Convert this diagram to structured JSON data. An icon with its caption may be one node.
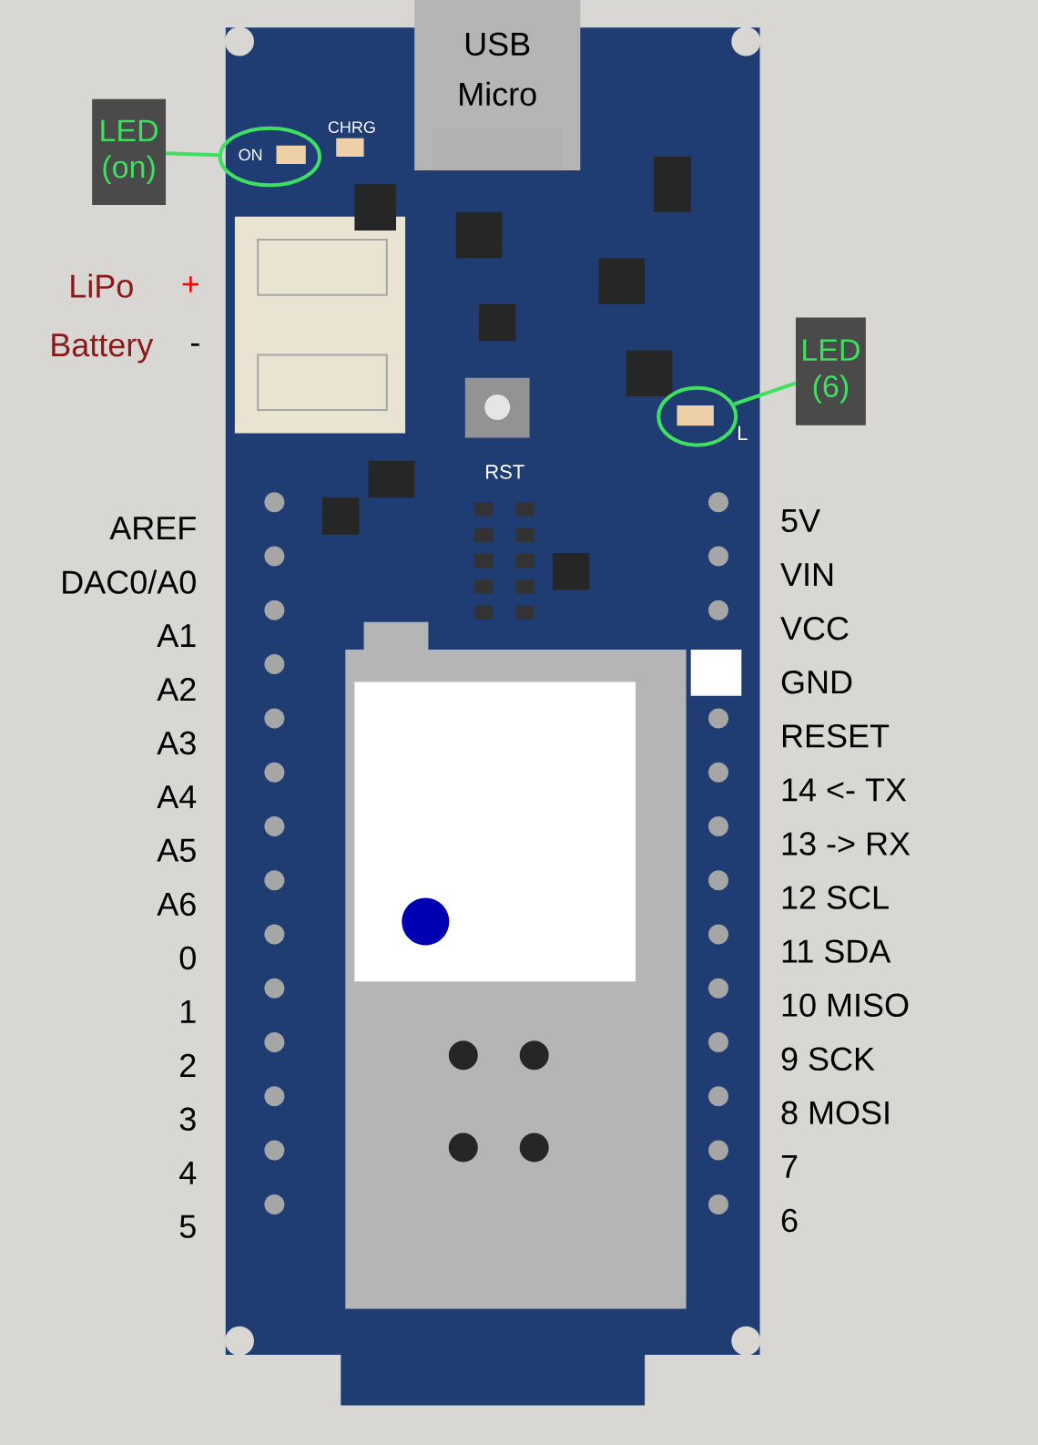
{
  "diagram": {
    "nodes": [
      {
        "text": [
          "LED (on)"
        ]
      },
      {
        "text": [],
        "shape": "circle"
      },
      {
        "text": [
          "LED (6)"
        ]
      },
      {
        "text": [],
        "shape": "circle"
      }
    ],
    "edges": [
      {
        "from": 0,
        "to": 1,
        "arrow": "none"
      },
      {
        "from": 2,
        "to": 3,
        "arrow": "none"
      }
    ],
    "labels": [
      "USB Micro",
      "ON",
      "CHRG",
      "LiPo",
      "+",
      "Battery",
      "-",
      "L",
      "RST",
      "AREF",
      "DAC0/A0",
      "A1",
      "A2",
      "A3",
      "A4",
      "A5",
      "A6",
      "0",
      "1",
      "2",
      "3",
      "4",
      "5",
      "5V",
      "VIN",
      "VCC",
      "GND",
      "RESET",
      "14 <- TX",
      "13 -> RX",
      "12 SCL",
      "11 SDA",
      "10 MISO",
      "9 SCK",
      "8 MOSI",
      "7",
      "6"
    ]
  }
}
